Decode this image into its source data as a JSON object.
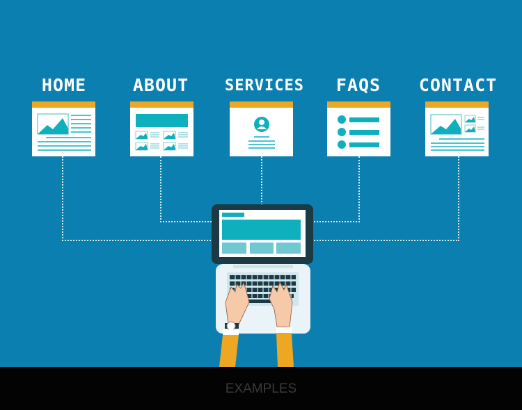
{
  "nav": {
    "items": [
      {
        "label": "HOME",
        "icon": "home-page-wireframe-icon"
      },
      {
        "label": "ABOUT",
        "icon": "about-page-wireframe-icon"
      },
      {
        "label": "SERVICES",
        "icon": "services-page-wireframe-icon"
      },
      {
        "label": "FAQS",
        "icon": "faqs-page-wireframe-icon"
      },
      {
        "label": "CONTACT",
        "icon": "contact-page-wireframe-icon"
      }
    ]
  },
  "illustration": {
    "subject": "laptop-with-typing-hands"
  },
  "caption": {
    "text": "EXAMPLES"
  },
  "colors": {
    "background": "#0a7fb0",
    "accent_orange": "#eda723",
    "teal": "#0fb0bd",
    "caption_bg": "#030303",
    "caption_text": "#3a3a3a"
  }
}
